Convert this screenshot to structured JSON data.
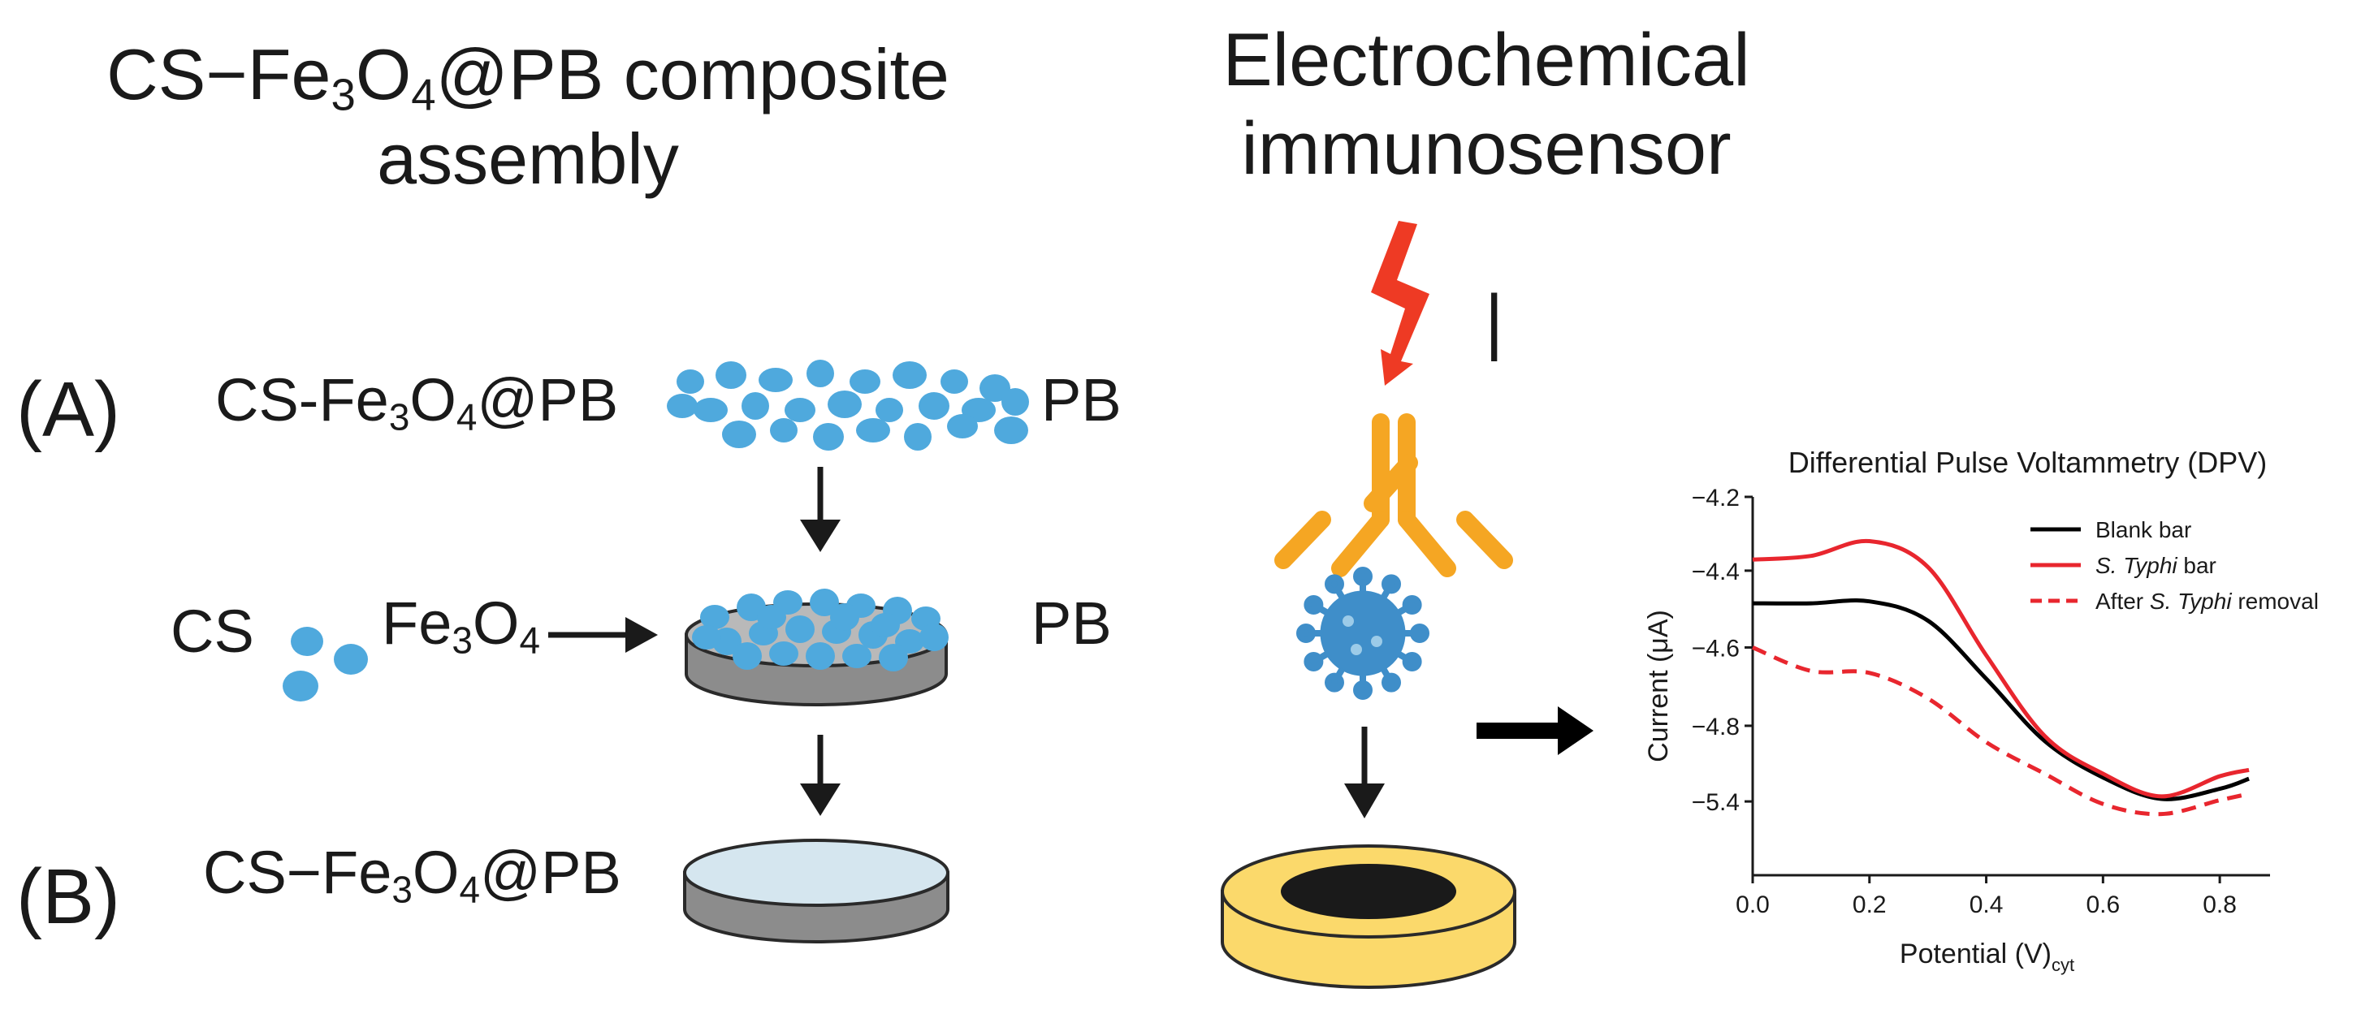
{
  "left_panel": {
    "title_line1_a": "CS−Fe",
    "title_sub3": "3",
    "title_mid": "O",
    "title_sub4": "4",
    "title_line1_b": "@PB composite",
    "title_line2": "assembly",
    "label_A": "(A)",
    "label_B": "(B)",
    "row_a": {
      "pre": "CS-Fe",
      "s1": "3",
      "o": "O",
      "s2": "4",
      "post": "@PB",
      "right": "PB"
    },
    "row_mid": {
      "cs": "CS",
      "fe": "Fe",
      "s1": "3",
      "o": "O",
      "s2": "4",
      "right": "PB"
    },
    "row_b": {
      "pre": "CS−Fe",
      "s1": "3",
      "o": "O",
      "s2": "4",
      "post": "@PB"
    }
  },
  "middle_panel": {
    "title_line1": "Electrochemical",
    "title_line2": "immunosensor",
    "bar_mark": "|"
  },
  "colors": {
    "particle": "#4fa9dd",
    "antibody": "#f5a623",
    "virus": "#3f8ec9",
    "bolt": "#ee3a24",
    "electrode_gold": "#fbd96b",
    "disk_gray": "#8c8c8c",
    "disk_top_light": "#d5e6ef",
    "series_red": "#e8262e"
  },
  "chart_data": {
    "type": "line",
    "title": "Differential Pulse Voltammetry (DPV)",
    "xlabel_main": "Potential (V)",
    "xlabel_sub": "cyt",
    "ylabel": "Current (μA)",
    "xlim": [
      0.0,
      0.85
    ],
    "x_ticks": [
      "0.0",
      "0.2",
      "0.4",
      "0.6",
      "0.8"
    ],
    "y_ticks": [
      "-4.2",
      "-4.4",
      "-4.6",
      "-4.8",
      "-5.4"
    ],
    "legend_position": "top-right",
    "series": [
      {
        "name": "Blank bar",
        "color": "#000000",
        "dash": false,
        "points": [
          [
            0.0,
            -4.485
          ],
          [
            0.1,
            -4.485
          ],
          [
            0.2,
            -4.48
          ],
          [
            0.3,
            -4.53
          ],
          [
            0.4,
            -4.68
          ],
          [
            0.5,
            -4.92
          ],
          [
            0.6,
            -5.21
          ],
          [
            0.7,
            -5.38
          ],
          [
            0.8,
            -5.3
          ],
          [
            0.85,
            -5.22
          ]
        ]
      },
      {
        "name_parts": [
          "",
          "S. Typhi",
          " bar"
        ],
        "color": "#e8262e",
        "dash": false,
        "points": [
          [
            0.0,
            -4.37
          ],
          [
            0.1,
            -4.36
          ],
          [
            0.2,
            -4.32
          ],
          [
            0.3,
            -4.39
          ],
          [
            0.4,
            -4.62
          ],
          [
            0.5,
            -4.88
          ],
          [
            0.6,
            -5.18
          ],
          [
            0.7,
            -5.36
          ],
          [
            0.8,
            -5.2
          ],
          [
            0.85,
            -5.15
          ]
        ]
      },
      {
        "name_parts": [
          "After ",
          "S. Typhi",
          " removal"
        ],
        "color": "#e8262e",
        "dash": true,
        "points": [
          [
            0.0,
            -4.6
          ],
          [
            0.1,
            -4.66
          ],
          [
            0.2,
            -4.665
          ],
          [
            0.3,
            -4.73
          ],
          [
            0.4,
            -4.93
          ],
          [
            0.5,
            -5.18
          ],
          [
            0.6,
            -5.42
          ],
          [
            0.7,
            -5.5
          ],
          [
            0.8,
            -5.39
          ],
          [
            0.85,
            -5.34
          ]
        ]
      }
    ]
  }
}
